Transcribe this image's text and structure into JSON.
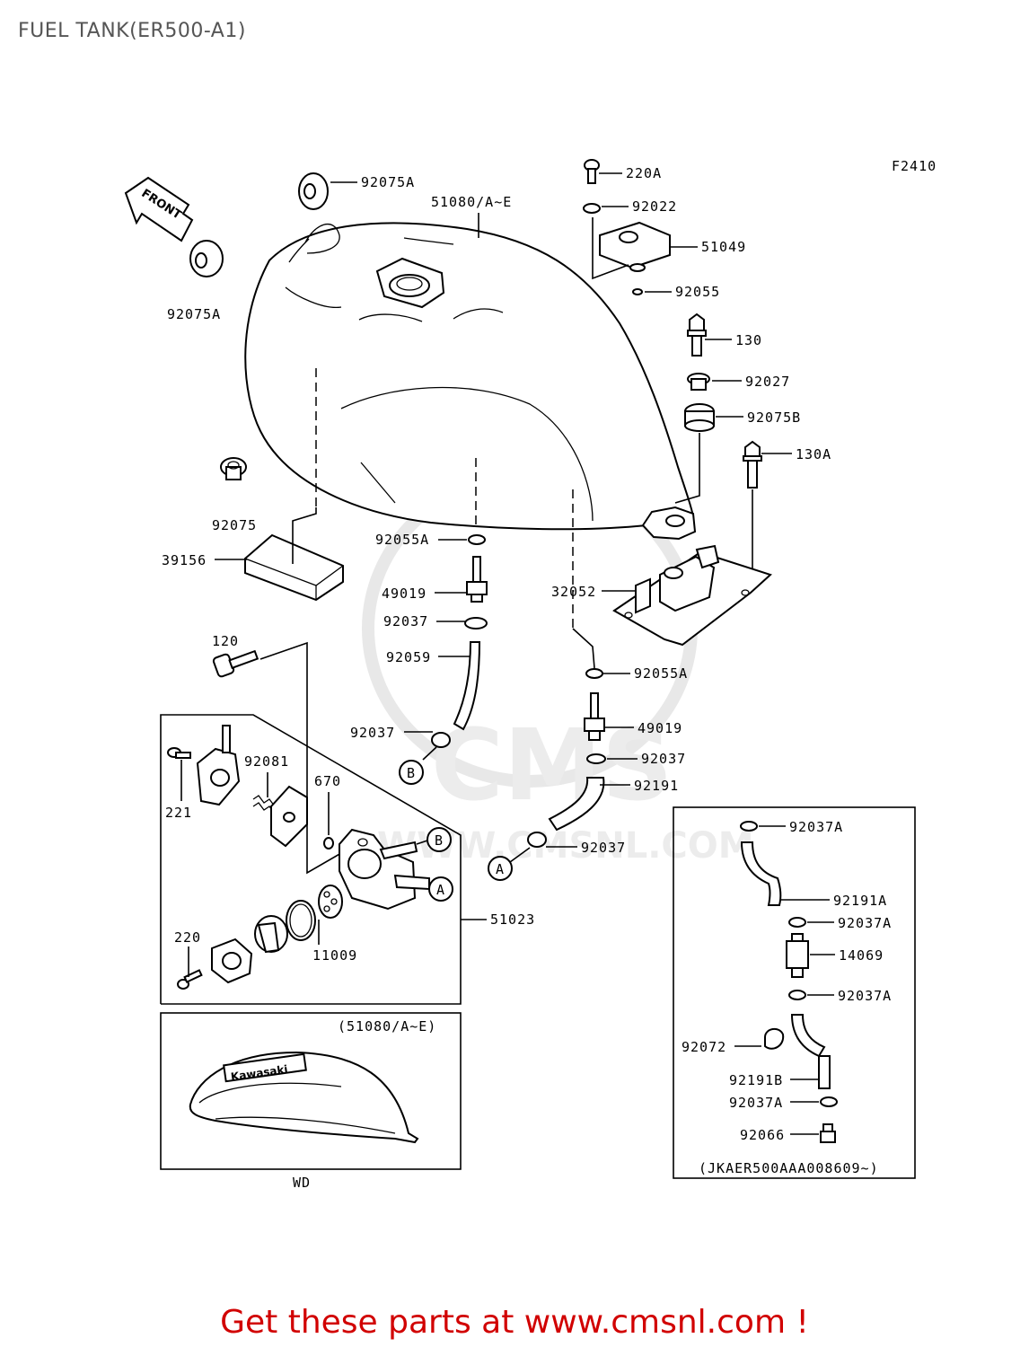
{
  "title": "FUEL TANK(ER500-A1)",
  "footer": "Get these parts at www.cmsnl.com !",
  "figure_code": "F2410",
  "front_label": "FRONT",
  "watermark": "CMS",
  "watermark_url": "WWW.CMSNL.COM",
  "colors": {
    "footer": "#d10000",
    "title": "#555555",
    "watermark": "#e8e8e8"
  },
  "labels": {
    "p92075A_top": "92075A",
    "p92075A_left": "92075A",
    "p51080": "51080/A~E",
    "p220A": "220A",
    "p92022": "92022",
    "p51049": "51049",
    "p92055": "92055",
    "p130": "130",
    "p92027": "92027",
    "p92075B": "92075B",
    "p130A": "130A",
    "p92075": "92075",
    "p39156": "39156",
    "p92055A_a": "92055A",
    "p49019_a": "49019",
    "p92037_a": "92037",
    "p92059": "92059",
    "p32052": "32052",
    "p120": "120",
    "p92055A_b": "92055A",
    "p92037_b": "92037",
    "p49019_b": "49019",
    "p92037_c": "92037",
    "p92191": "92191",
    "p92081": "92081",
    "p670": "670",
    "p221": "221",
    "p92037_d": "92037",
    "p51023": "51023",
    "p220": "220",
    "p11009": "11009",
    "p92037A_1": "92037A",
    "p92191A": "92191A",
    "p92037A_2": "92037A",
    "p14069": "14069",
    "p92037A_3": "92037A",
    "p92072": "92072",
    "p92191B": "92191B",
    "p92037A_4": "92037A",
    "p92066": "92066",
    "inset_ref": "(51080/A~E)",
    "wd": "WD",
    "vin_note": "(JKAER500AAA008609~)",
    "circle_A1": "A",
    "circle_A2": "A",
    "circle_B1": "B",
    "circle_B2": "B",
    "brand_decal": "Kawasaki"
  }
}
